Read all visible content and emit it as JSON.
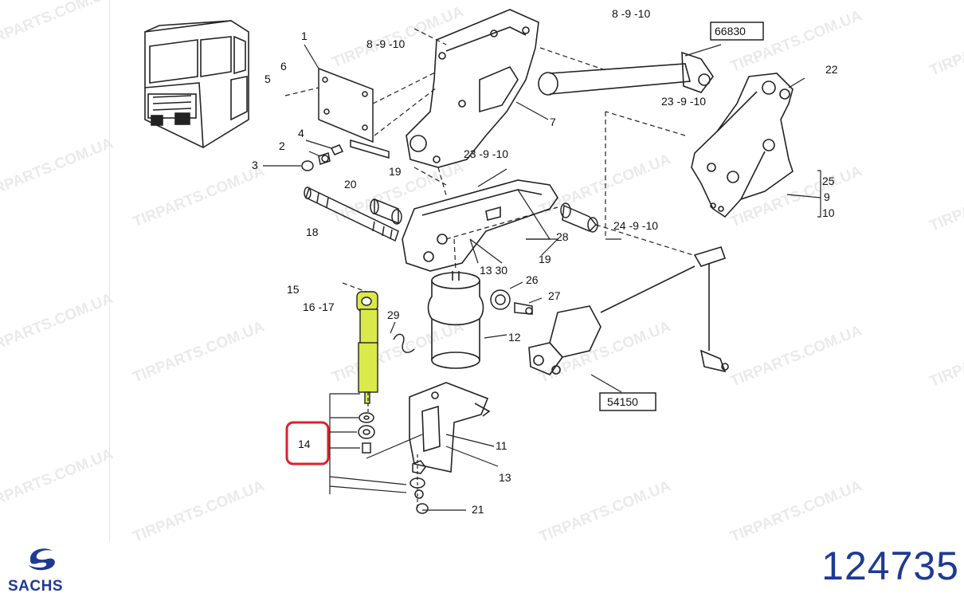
{
  "diagram": {
    "labels": {
      "l1": "1",
      "l2": "2",
      "l3": "3",
      "l4": "4",
      "l5": "5",
      "l6": "6",
      "l7": "7",
      "l8_9_10a": "8 -9 -10",
      "l8_9_10b": "8 -9 -10",
      "l66830": "66830",
      "l22": "22",
      "l23_9_10a": "23 -9 -10",
      "l23_9_10b": "23 -9 -10",
      "l25": "25",
      "l9": "9",
      "l10": "10",
      "l19a": "19",
      "l19b": "19",
      "l20": "20",
      "l18": "18",
      "l24_9_10": "24 -9 -10",
      "l28": "28",
      "l13_30": "13 30",
      "l15": "15",
      "l16_17": "16 -17",
      "l29": "29",
      "l26": "26",
      "l27": "27",
      "l12": "12",
      "l54150": "54150",
      "l14": "14",
      "l11": "11",
      "l13": "13",
      "l21": "21"
    },
    "watermark": "TIRPARTS.COM.UA",
    "highlight_color": "#d9ea4a",
    "callout_box_color": "#e0202a"
  },
  "footer": {
    "brand": "SACHS",
    "brand_icon": "sachs-logo-icon",
    "part_number": "124735",
    "brand_color": "#1f3a93"
  }
}
